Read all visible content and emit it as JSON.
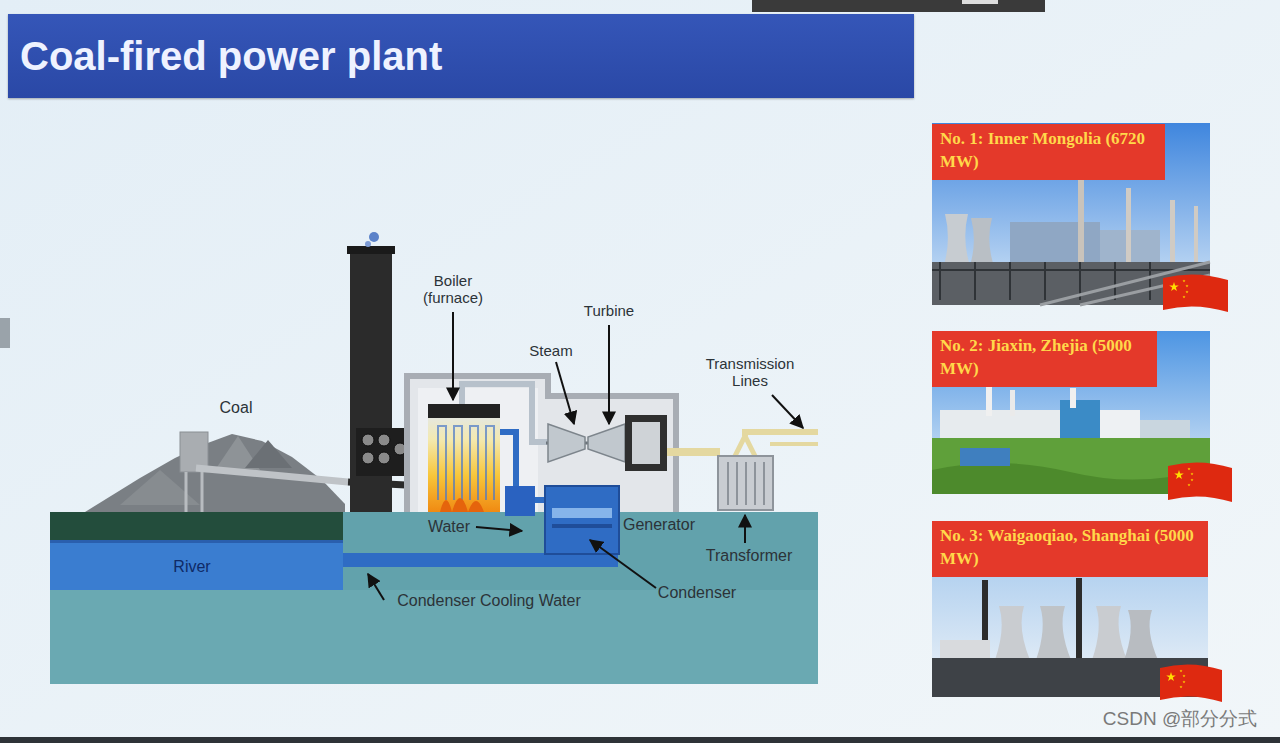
{
  "diagram": {
    "title": "Coal-fired power plant",
    "nodes": [
      {
        "text": [
          "No. 1: Inner Mongolia (6720 MW)"
        ]
      },
      {
        "text": [
          "No. 2: Jiaxin, Zhejia (5000 MW)"
        ]
      },
      {
        "text": [
          "No. 3: Waigaoqiao, Shanghai (5000 MW)"
        ]
      }
    ],
    "labels": [
      "Coal",
      "Boiler (furnace)",
      "Steam",
      "Turbine",
      "Transmission Lines",
      "Water",
      "Generator",
      "Transformer",
      "River",
      "Condenser Cooling Water",
      "Condenser",
      "CSDN @部分分式"
    ]
  }
}
